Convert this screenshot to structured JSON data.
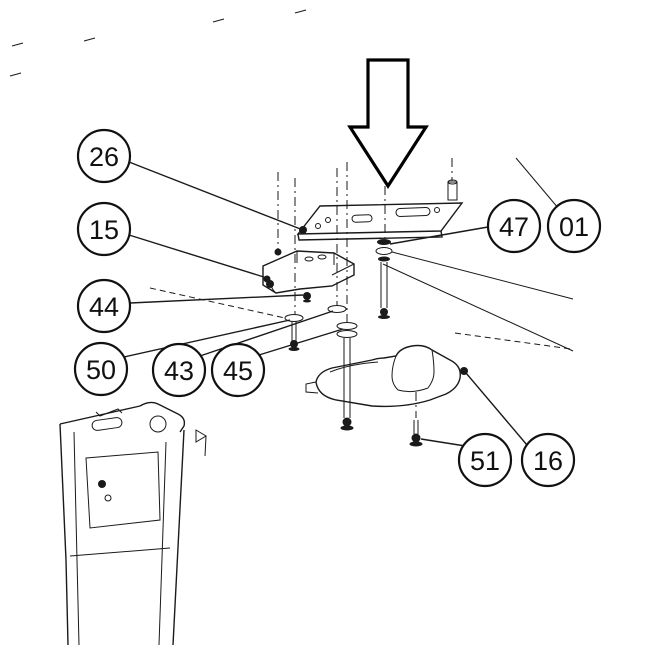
{
  "diagram": {
    "type": "exploded-parts-diagram",
    "colors": {
      "line": "#1a1a1a",
      "background": "#ffffff"
    },
    "balloons": [
      {
        "id": "balloon-26",
        "label": "26"
      },
      {
        "id": "balloon-15",
        "label": "15"
      },
      {
        "id": "balloon-44",
        "label": "44"
      },
      {
        "id": "balloon-50",
        "label": "50"
      },
      {
        "id": "balloon-43",
        "label": "43"
      },
      {
        "id": "balloon-45",
        "label": "45"
      },
      {
        "id": "balloon-47",
        "label": "47"
      },
      {
        "id": "balloon-01",
        "label": "01"
      },
      {
        "id": "balloon-51",
        "label": "51"
      },
      {
        "id": "balloon-16",
        "label": "16"
      }
    ]
  }
}
